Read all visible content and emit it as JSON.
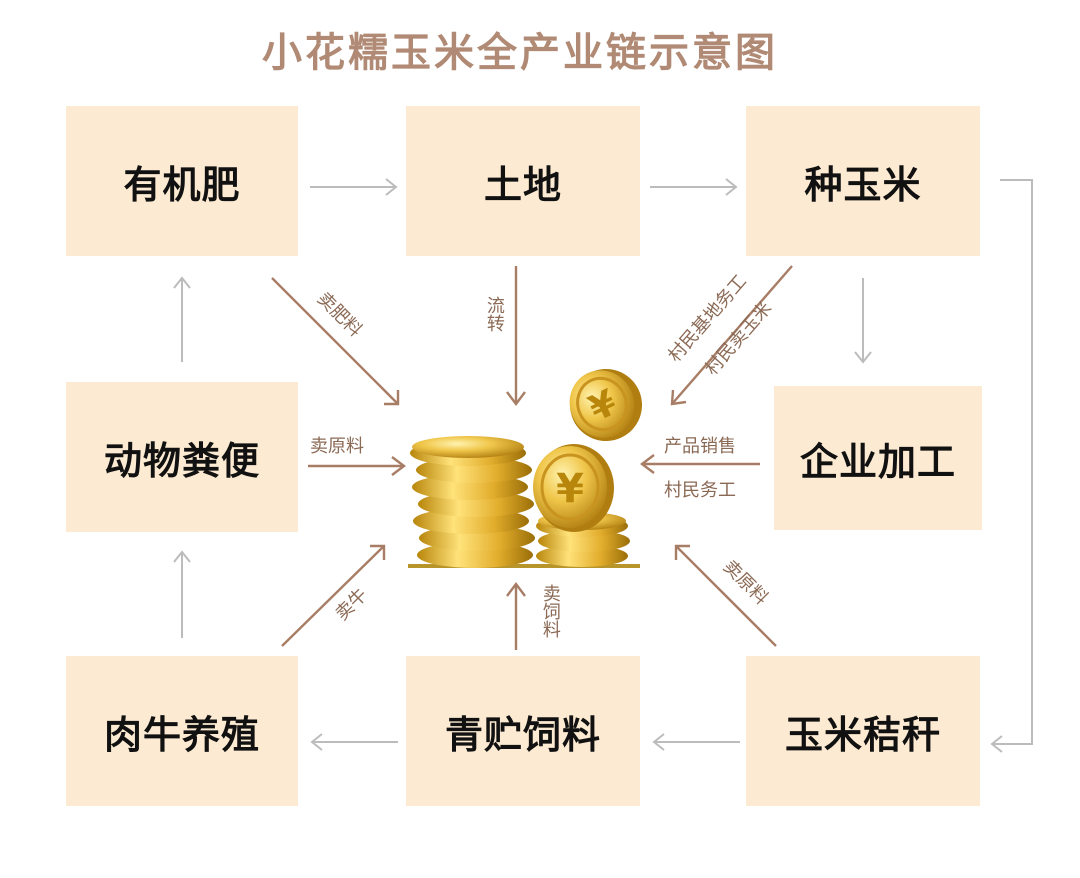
{
  "title": "小花糯玉米全产业链示意图",
  "nodes": {
    "organic_fertilizer": "有机肥",
    "land": "土地",
    "plant_corn": "种玉米",
    "animal_manure": "动物粪便",
    "enterprise_processing": "企业加工",
    "beef_cattle": "肉牛养殖",
    "silage": "青贮饲料",
    "corn_straw": "玉米秸秆"
  },
  "labels": {
    "sell_fertilizer": "卖肥料",
    "transfer": "流转",
    "villagers_base_work": "村民基地务工",
    "villagers_sell_corn": "村民卖玉米",
    "sell_raw_material": "卖原料",
    "product_sales": "产品销售",
    "villagers_work": "村民务工",
    "sell_cattle": "卖牛",
    "sell_feed": "卖饲料",
    "sell_raw_material_2": "卖原料"
  },
  "colors": {
    "box": "#fcebd2",
    "title": "#b08a74",
    "arrow_brown": "#a87d65",
    "arrow_gray": "#bcbcbc",
    "gold": "#e3b341"
  },
  "center_icon": "gold-coins-yuan-icon"
}
